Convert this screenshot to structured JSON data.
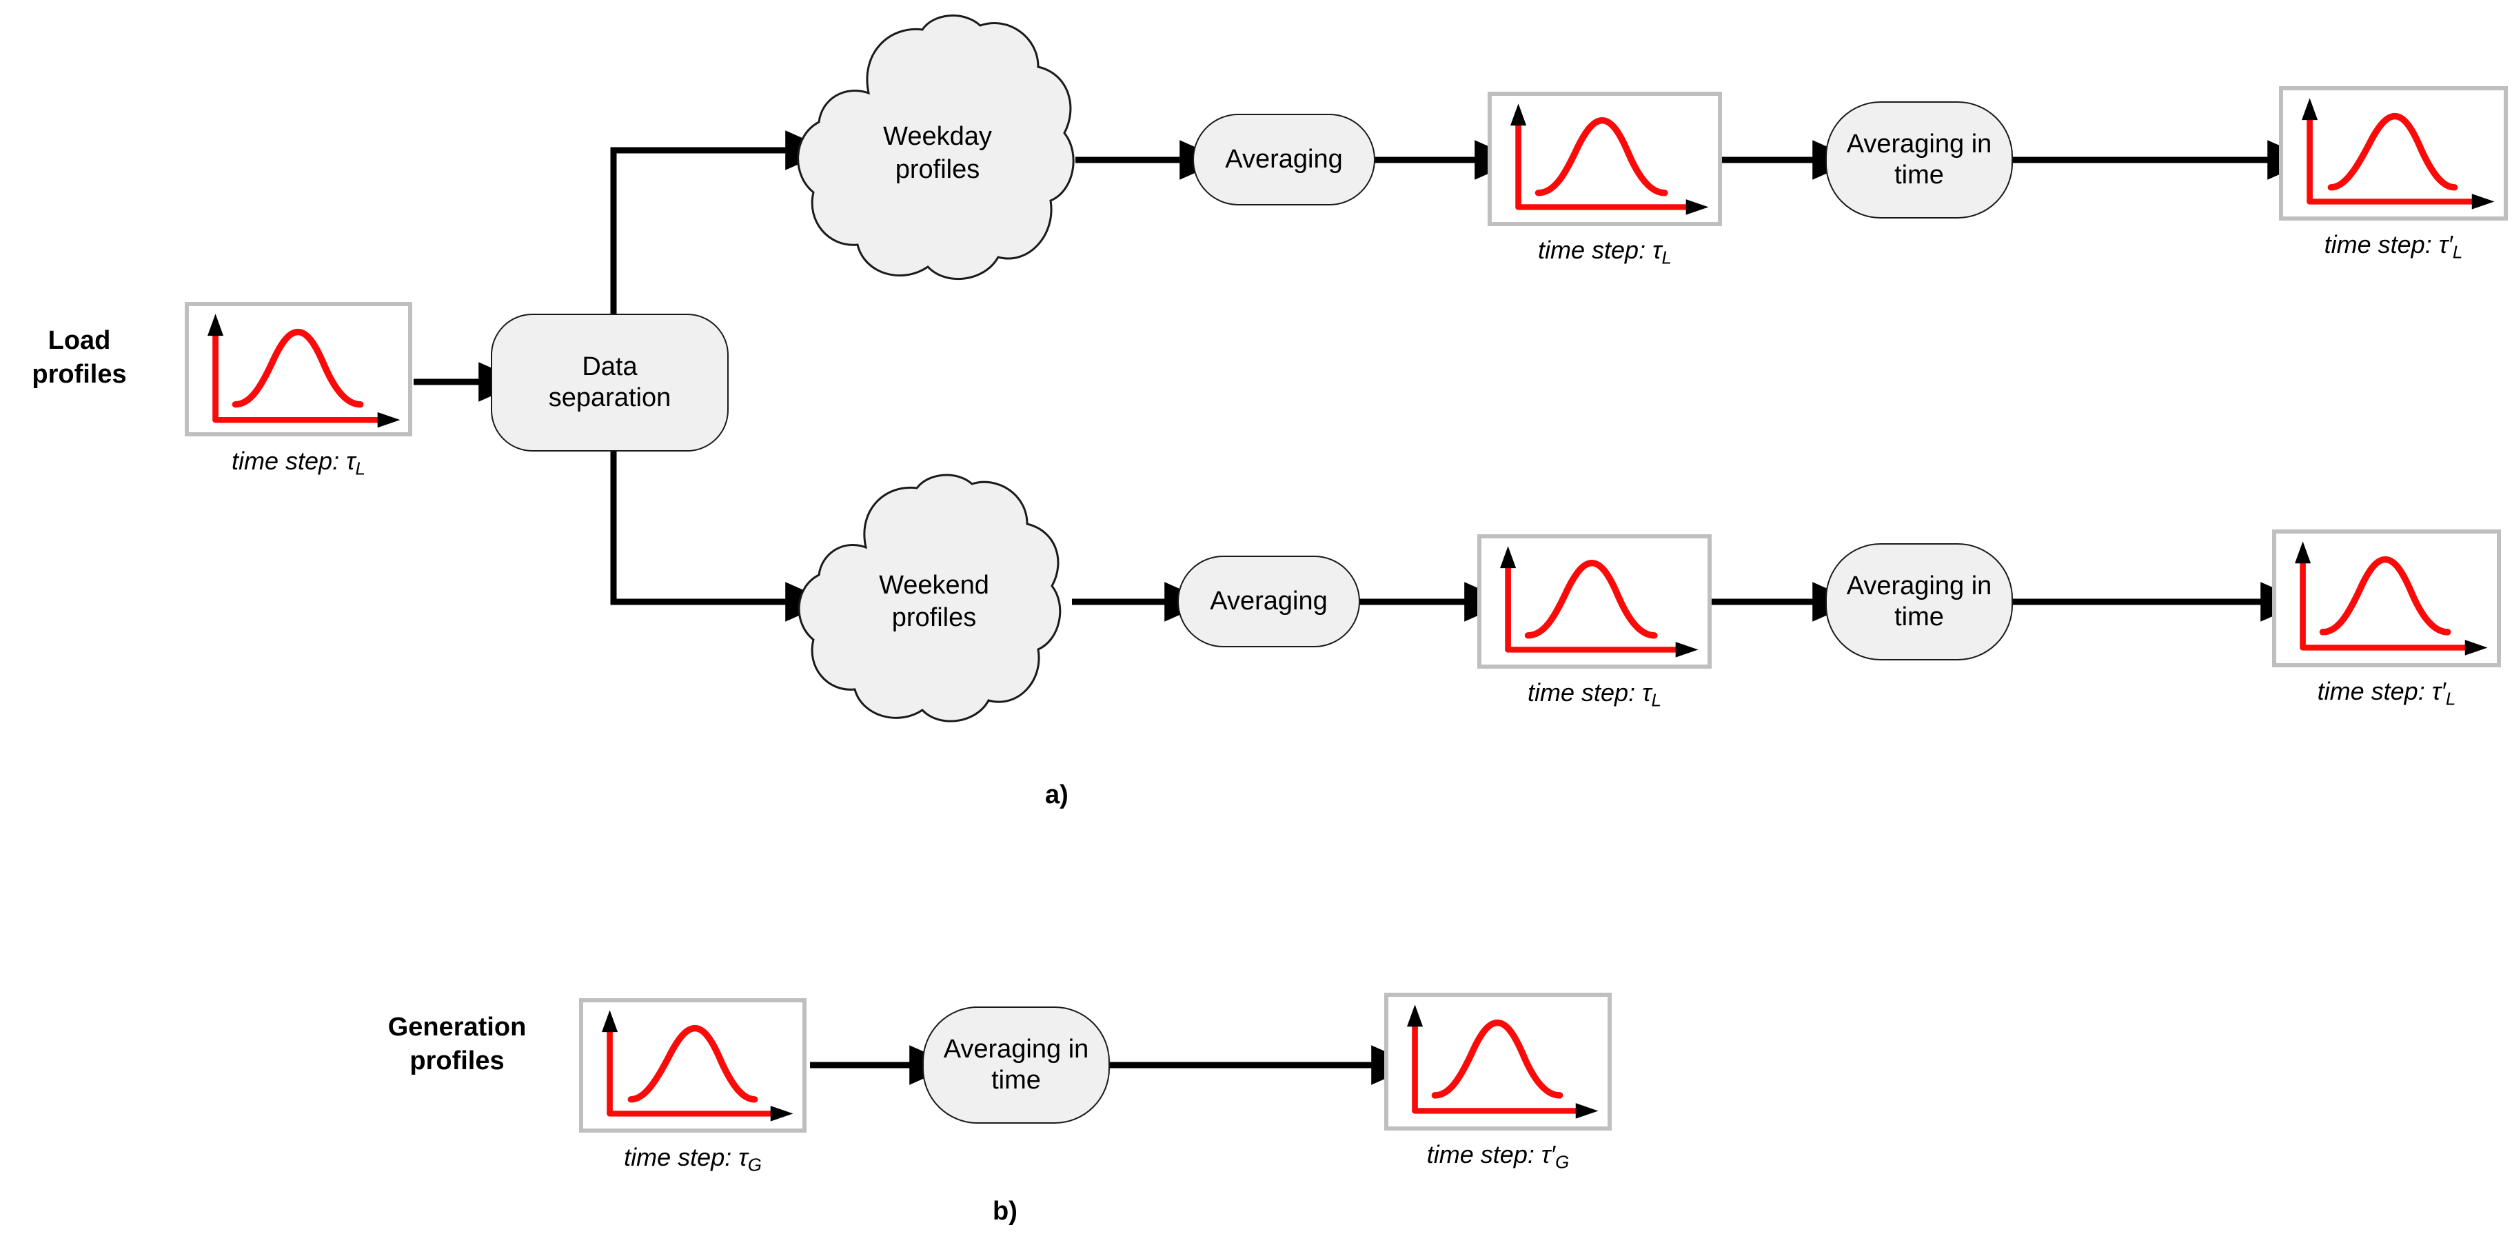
{
  "figure": {
    "panels": [
      {
        "id": "a",
        "label": "a)"
      },
      {
        "id": "b",
        "label": "b)"
      }
    ]
  },
  "panel_a": {
    "source_label": "Load\nprofiles",
    "source_chart_caption_prefix": "time step: ",
    "source_chart_caption_symbol": "τ",
    "source_chart_caption_sub": "L",
    "separation": {
      "label": "Data\nseparation"
    },
    "branches": [
      {
        "name": "weekday",
        "cloud_label": "Weekday\nprofiles",
        "averaging_label": "Averaging",
        "mid_chart_caption_prefix": "time step: ",
        "mid_chart_caption_symbol": "τ",
        "mid_chart_caption_sub": "L",
        "averaging_in_time_label": "Averaging in\ntime",
        "end_chart_caption_prefix": "time step: ",
        "end_chart_caption_symbol": "τ′",
        "end_chart_caption_sub": "L"
      },
      {
        "name": "weekend",
        "cloud_label": "Weekend\nprofiles",
        "averaging_label": "Averaging",
        "mid_chart_caption_prefix": "time step: ",
        "mid_chart_caption_symbol": "τ",
        "mid_chart_caption_sub": "L",
        "averaging_in_time_label": "Averaging in\ntime",
        "end_chart_caption_prefix": "time step: ",
        "end_chart_caption_symbol": "τ′",
        "end_chart_caption_sub": "L"
      }
    ]
  },
  "panel_b": {
    "source_label": "Generation\nprofiles",
    "source_chart_caption_prefix": "time step: ",
    "source_chart_caption_symbol": "τ",
    "source_chart_caption_sub": "G",
    "averaging_in_time_label": "Averaging in\ntime",
    "end_chart_caption_prefix": "time step: ",
    "end_chart_caption_symbol": "τ′",
    "end_chart_caption_sub": "G"
  },
  "colors": {
    "curve": "#fb0a0a",
    "axis": "#fb0a0a",
    "box_fill": "#f0f0f0",
    "box_stroke": "#1a1a1a",
    "chart_frame": "#bfbfbf",
    "arrow": "#000000",
    "background": "#ffffff"
  },
  "chart_data": [
    {
      "id": "load-profiles-source",
      "type": "line",
      "title": "",
      "xlabel": "",
      "ylabel": "",
      "shape": "broad-bell",
      "x": [
        0.08,
        0.18,
        0.28,
        0.38,
        0.46,
        0.55,
        0.64,
        0.74,
        0.84,
        0.92
      ],
      "y": [
        0.06,
        0.1,
        0.4,
        0.72,
        0.86,
        0.82,
        0.6,
        0.28,
        0.09,
        0.06
      ],
      "xlim": [
        0,
        1
      ],
      "ylim": [
        0,
        1
      ],
      "grid": false
    },
    {
      "id": "weekday-averaged",
      "type": "line",
      "title": "",
      "xlabel": "",
      "ylabel": "",
      "shape": "broad-bell",
      "x": [
        0.08,
        0.18,
        0.28,
        0.38,
        0.46,
        0.55,
        0.64,
        0.74,
        0.84,
        0.92
      ],
      "y": [
        0.06,
        0.1,
        0.4,
        0.72,
        0.86,
        0.82,
        0.6,
        0.28,
        0.09,
        0.06
      ],
      "xlim": [
        0,
        1
      ],
      "ylim": [
        0,
        1
      ],
      "grid": false
    },
    {
      "id": "weekday-averaged-in-time",
      "type": "line",
      "title": "",
      "xlabel": "",
      "ylabel": "",
      "shape": "narrow-peak",
      "x": [
        0.14,
        0.26,
        0.38,
        0.48,
        0.56,
        0.66,
        0.78,
        0.88
      ],
      "y": [
        0.07,
        0.3,
        0.64,
        0.88,
        0.86,
        0.55,
        0.2,
        0.07
      ],
      "xlim": [
        0,
        1
      ],
      "ylim": [
        0,
        1
      ],
      "grid": false
    },
    {
      "id": "weekend-averaged",
      "type": "line",
      "title": "",
      "xlabel": "",
      "ylabel": "",
      "shape": "broad-bell",
      "x": [
        0.08,
        0.18,
        0.28,
        0.38,
        0.46,
        0.55,
        0.64,
        0.74,
        0.84,
        0.92
      ],
      "y": [
        0.06,
        0.1,
        0.4,
        0.72,
        0.86,
        0.82,
        0.6,
        0.28,
        0.09,
        0.06
      ],
      "xlim": [
        0,
        1
      ],
      "ylim": [
        0,
        1
      ],
      "grid": false
    },
    {
      "id": "weekend-averaged-in-time",
      "type": "line",
      "title": "",
      "xlabel": "",
      "ylabel": "",
      "shape": "broad-bell",
      "x": [
        0.08,
        0.18,
        0.28,
        0.38,
        0.46,
        0.55,
        0.64,
        0.74,
        0.84,
        0.92
      ],
      "y": [
        0.06,
        0.1,
        0.4,
        0.72,
        0.86,
        0.82,
        0.6,
        0.28,
        0.09,
        0.06
      ],
      "xlim": [
        0,
        1
      ],
      "ylim": [
        0,
        1
      ],
      "grid": false
    },
    {
      "id": "generation-profiles-source",
      "type": "line",
      "title": "",
      "xlabel": "",
      "ylabel": "",
      "shape": "narrow-peak",
      "x": [
        0.14,
        0.26,
        0.38,
        0.48,
        0.56,
        0.66,
        0.78,
        0.88
      ],
      "y": [
        0.07,
        0.3,
        0.64,
        0.88,
        0.86,
        0.55,
        0.2,
        0.07
      ],
      "xlim": [
        0,
        1
      ],
      "ylim": [
        0,
        1
      ],
      "grid": false
    },
    {
      "id": "generation-averaged-in-time",
      "type": "line",
      "title": "",
      "xlabel": "",
      "ylabel": "",
      "shape": "broad-bell",
      "x": [
        0.08,
        0.18,
        0.28,
        0.38,
        0.46,
        0.55,
        0.64,
        0.74,
        0.84,
        0.92
      ],
      "y": [
        0.06,
        0.1,
        0.4,
        0.72,
        0.86,
        0.82,
        0.6,
        0.28,
        0.09,
        0.06
      ],
      "xlim": [
        0,
        1
      ],
      "ylim": [
        0,
        1
      ],
      "grid": false
    }
  ]
}
